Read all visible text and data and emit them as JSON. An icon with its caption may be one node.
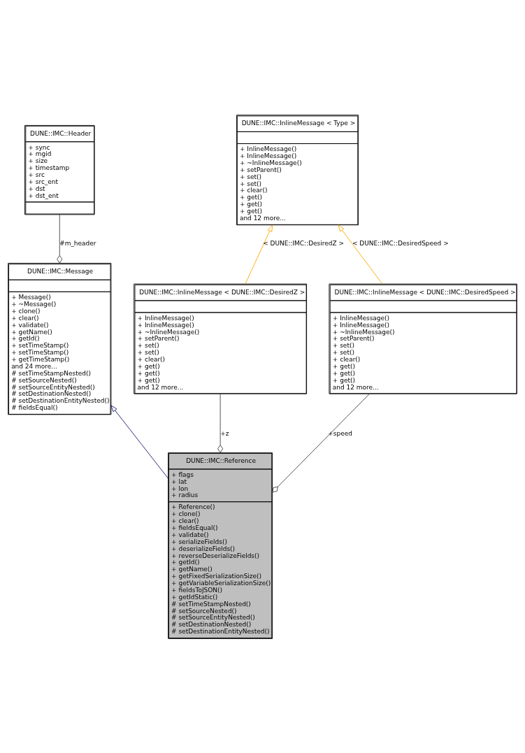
{
  "diagram": {
    "nodes": [
      {
        "text": [
          "DUNE::IMC::Header",
          "+ sync",
          "+ mgid",
          "+ size",
          "+ timestamp",
          "+ src",
          "+ src_ent",
          "+ dst",
          "+ dst_ent"
        ]
      },
      {
        "text": [
          "DUNE::IMC::InlineMessage < Type >",
          "+ InlineMessage()",
          "+ InlineMessage()",
          "+ ~InlineMessage()",
          "+ setParent()",
          "+ set()",
          "+ set()",
          "+ clear()",
          "+ get()",
          "+ get()",
          "+ get()",
          "and 12 more..."
        ]
      },
      {
        "text": [
          "DUNE::IMC::Message",
          "+ Message()",
          "+ ~Message()",
          "+ clone()",
          "+ clear()",
          "+ validate()",
          "+ getName()",
          "+ getId()",
          "+ setTimeStamp()",
          "+ setTimeStamp()",
          "+ getTimeStamp()",
          "and 24 more...",
          "# setTimeStampNested()",
          "# setSourceNested()",
          "# setSourceEntityNested()",
          "# setDestinationNested()",
          "# setDestinationEntityNested()",
          "# fieldsEqual()"
        ]
      },
      {
        "text": [
          "DUNE::IMC::InlineMessage < DUNE::IMC::DesiredZ >",
          "+ InlineMessage()",
          "+ InlineMessage()",
          "+ ~InlineMessage()",
          "+ setParent()",
          "+ set()",
          "+ set()",
          "+ clear()",
          "+ get()",
          "+ get()",
          "+ get()",
          "and 12 more..."
        ]
      },
      {
        "text": [
          "DUNE::IMC::InlineMessage < DUNE::IMC::DesiredSpeed >",
          "+ InlineMessage()",
          "+ InlineMessage()",
          "+ ~InlineMessage()",
          "+ setParent()",
          "+ set()",
          "+ set()",
          "+ clear()",
          "+ get()",
          "+ get()",
          "+ get()",
          "and 12 more..."
        ]
      },
      {
        "text": [
          "DUNE::IMC::Reference",
          "+ flags",
          "+ lat",
          "+ lon",
          "+ radius",
          "+ Reference()",
          "+ clone()",
          "+ clear()",
          "+ fieldsEqual()",
          "+ validate()",
          "+ serializeFields()",
          "+ deserializeFields()",
          "+ reverseDeserializeFields()",
          "+ getId()",
          "+ getName()",
          "+ getFixedSerializationSize()",
          "+ getVariableSerializationSize()",
          "+ fieldsToJSON()",
          "+ getIdStatic()",
          "# setTimeStampNested()",
          "# setSourceNested()",
          "# setSourceEntityNested()",
          "# setDestinationNested()",
          "# setDestinationEntityNested()"
        ]
      }
    ],
    "edges": [
      {
        "from": 2,
        "to": 0,
        "arrow": "other",
        "label": "#m_header",
        "color": "#404040"
      },
      {
        "from": 3,
        "to": 1,
        "arrow": "to",
        "label": "< DUNE::IMC::DesiredZ >",
        "color": "#ffa500"
      },
      {
        "from": 4,
        "to": 1,
        "arrow": "to",
        "label": "< DUNE::IMC::DesiredSpeed >",
        "color": "#ffa500"
      },
      {
        "from": 5,
        "to": 2,
        "arrow": "to",
        "color": "#191970"
      },
      {
        "from": 5,
        "to": 3,
        "arrow": "other",
        "label": "+z",
        "color": "#404040"
      },
      {
        "from": 5,
        "to": 4,
        "arrow": "other",
        "label": "+speed",
        "color": "#404040"
      }
    ]
  }
}
